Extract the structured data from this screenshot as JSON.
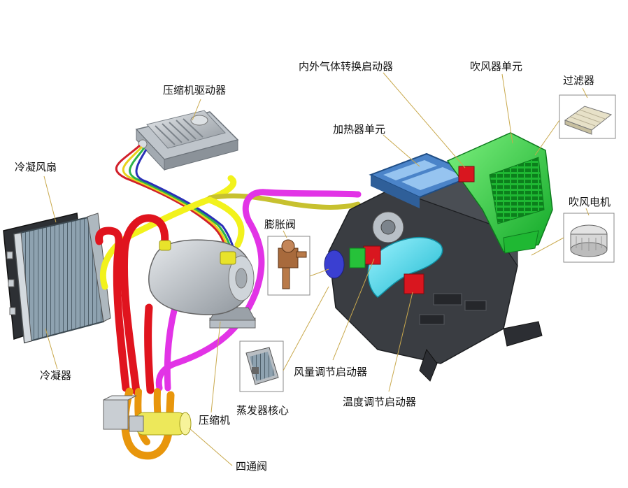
{
  "labels": {
    "compressor_driver": "压缩机驱动器",
    "air_mode_actuator": "内外气体转换启动器",
    "blower_unit": "吹风器单元",
    "filter": "过滤器",
    "heater_unit": "加热器单元",
    "condenser_fan": "冷凝风扇",
    "blower_motor": "吹风电机",
    "expansion_valve": "膨胀阀",
    "condenser": "冷凝器",
    "air_volume_actuator": "风量调节启动器",
    "temperature_actuator": "温度调节启动器",
    "evaporator_core": "蒸发器核心",
    "compressor": "压缩机",
    "four_way_valve": "四通阀"
  },
  "colors": {
    "pipe_red": "#e0141e",
    "pipe_magenta": "#e233e6",
    "pipe_yellow": "#f2f21c",
    "pipe_orange": "#e8960c",
    "hvac_green": "#22d43a",
    "hvac_cyan": "#2fd3e6",
    "hvac_dark": "#3a3d42",
    "hvac_blue_frame": "#4b84c9"
  },
  "icons": [
    "compressor-driver-box-icon",
    "condenser-radiator-icon",
    "compressor-icon",
    "hvac-unit-icon",
    "filter-icon",
    "blower-motor-icon",
    "expansion-valve-icon",
    "evaporator-core-icon",
    "four-way-valve-icon"
  ]
}
